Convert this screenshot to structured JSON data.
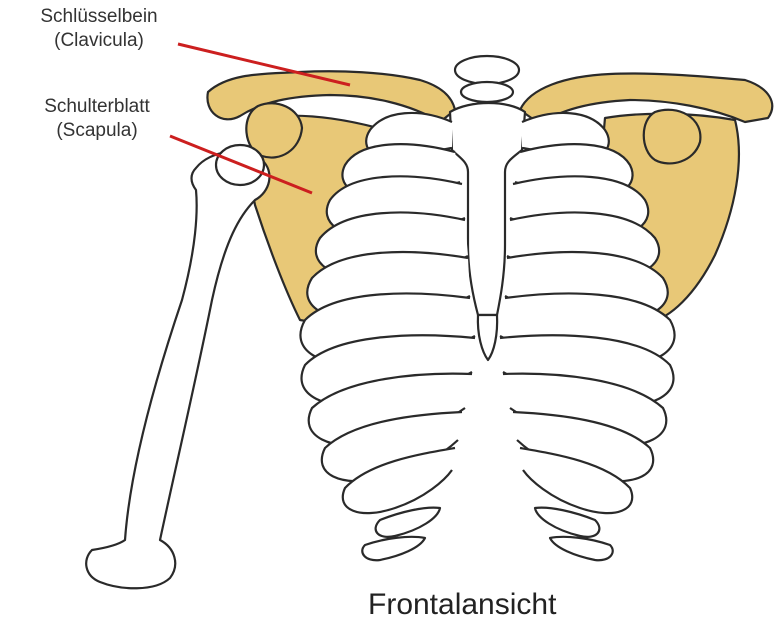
{
  "labels": {
    "clavicle_line1": "Schlüsselbein",
    "clavicle_line2": "(Clavicula)",
    "scapula_line1": "Schulterblatt",
    "scapula_line2": "(Scapula)"
  },
  "caption": "Frontalansicht",
  "colors": {
    "highlighted_bone": "#e8c877",
    "pointer_line": "#cc1f1f",
    "bone": "#ffffff",
    "outline": "#2a2a2a"
  }
}
